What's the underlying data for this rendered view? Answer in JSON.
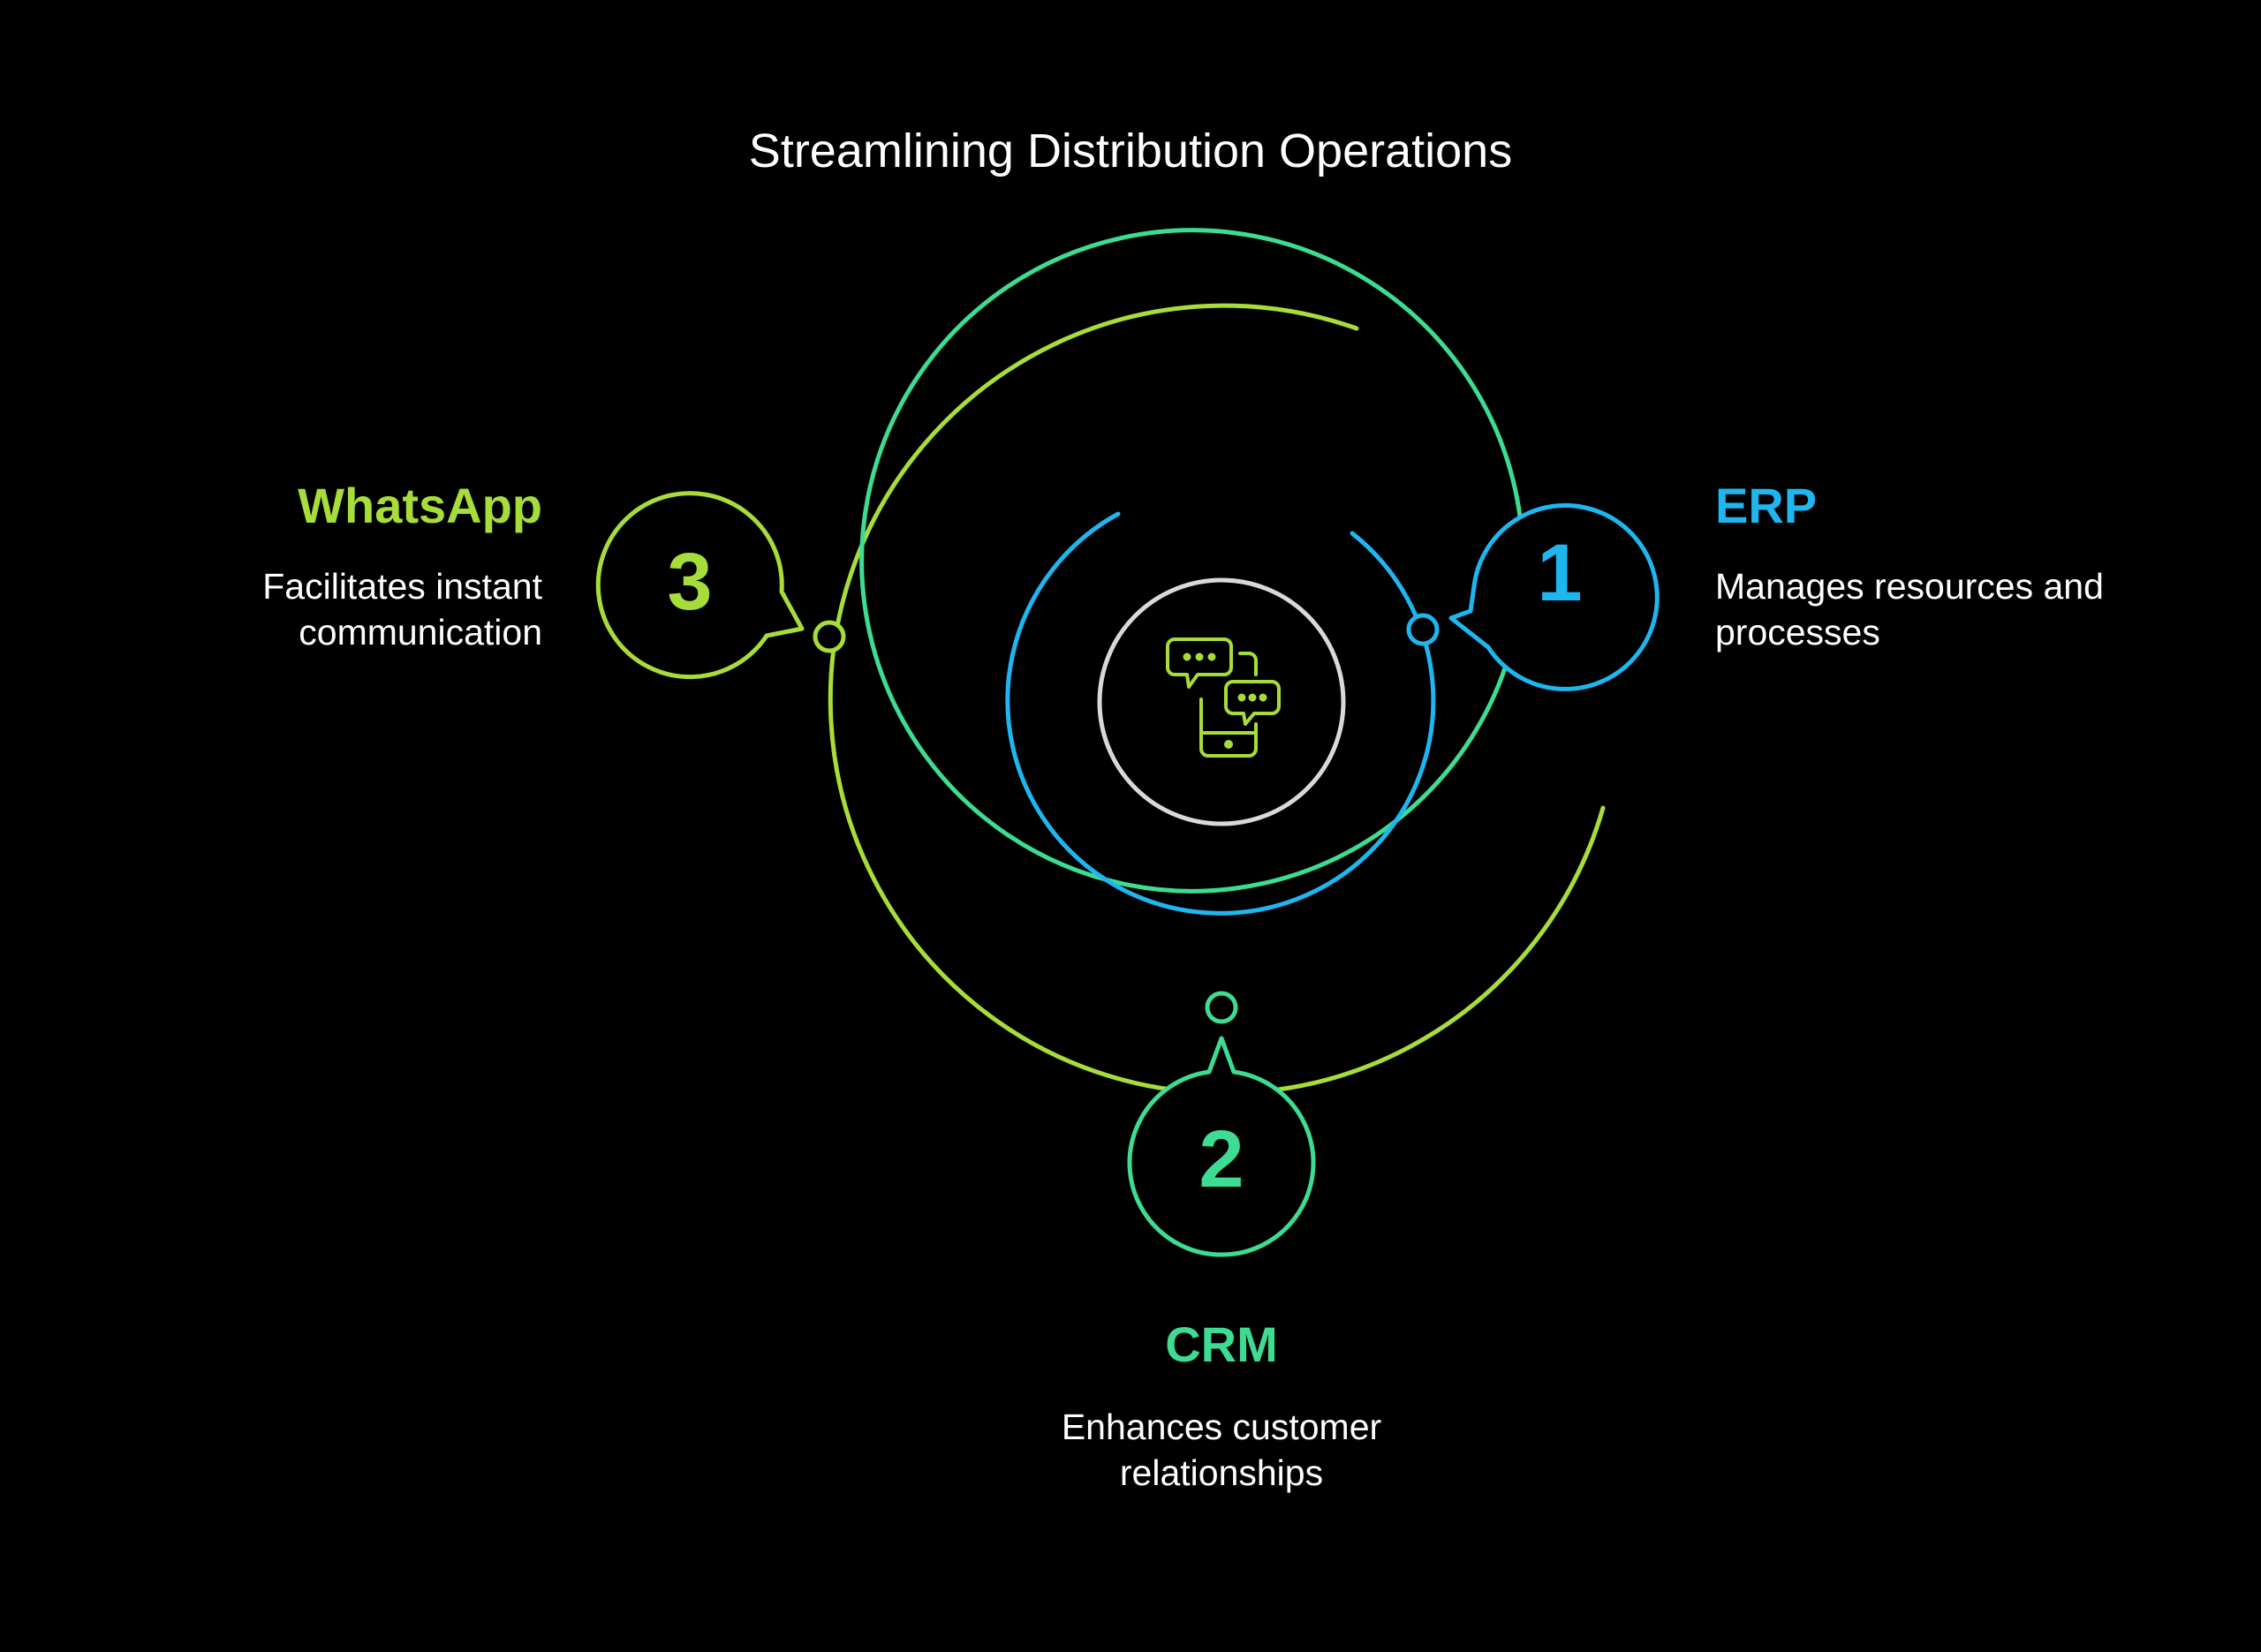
{
  "title": "Streamlining Distribution Operations",
  "colors": {
    "background": "#000000",
    "erp": "#1fb6f0",
    "crm": "#3ddc92",
    "whatsapp": "#a6dd3a",
    "center_ring": "#d9d9d9"
  },
  "center_icon": "chat-smartphone-icon",
  "items": [
    {
      "number": "1",
      "heading": "ERP",
      "description_lines": [
        "Manages resources and",
        "processes"
      ]
    },
    {
      "number": "2",
      "heading": "CRM",
      "description_lines": [
        "Enhances customer",
        "relationships"
      ]
    },
    {
      "number": "3",
      "heading": "WhatsApp",
      "description_lines": [
        "Facilitates instant",
        "communication"
      ]
    }
  ]
}
